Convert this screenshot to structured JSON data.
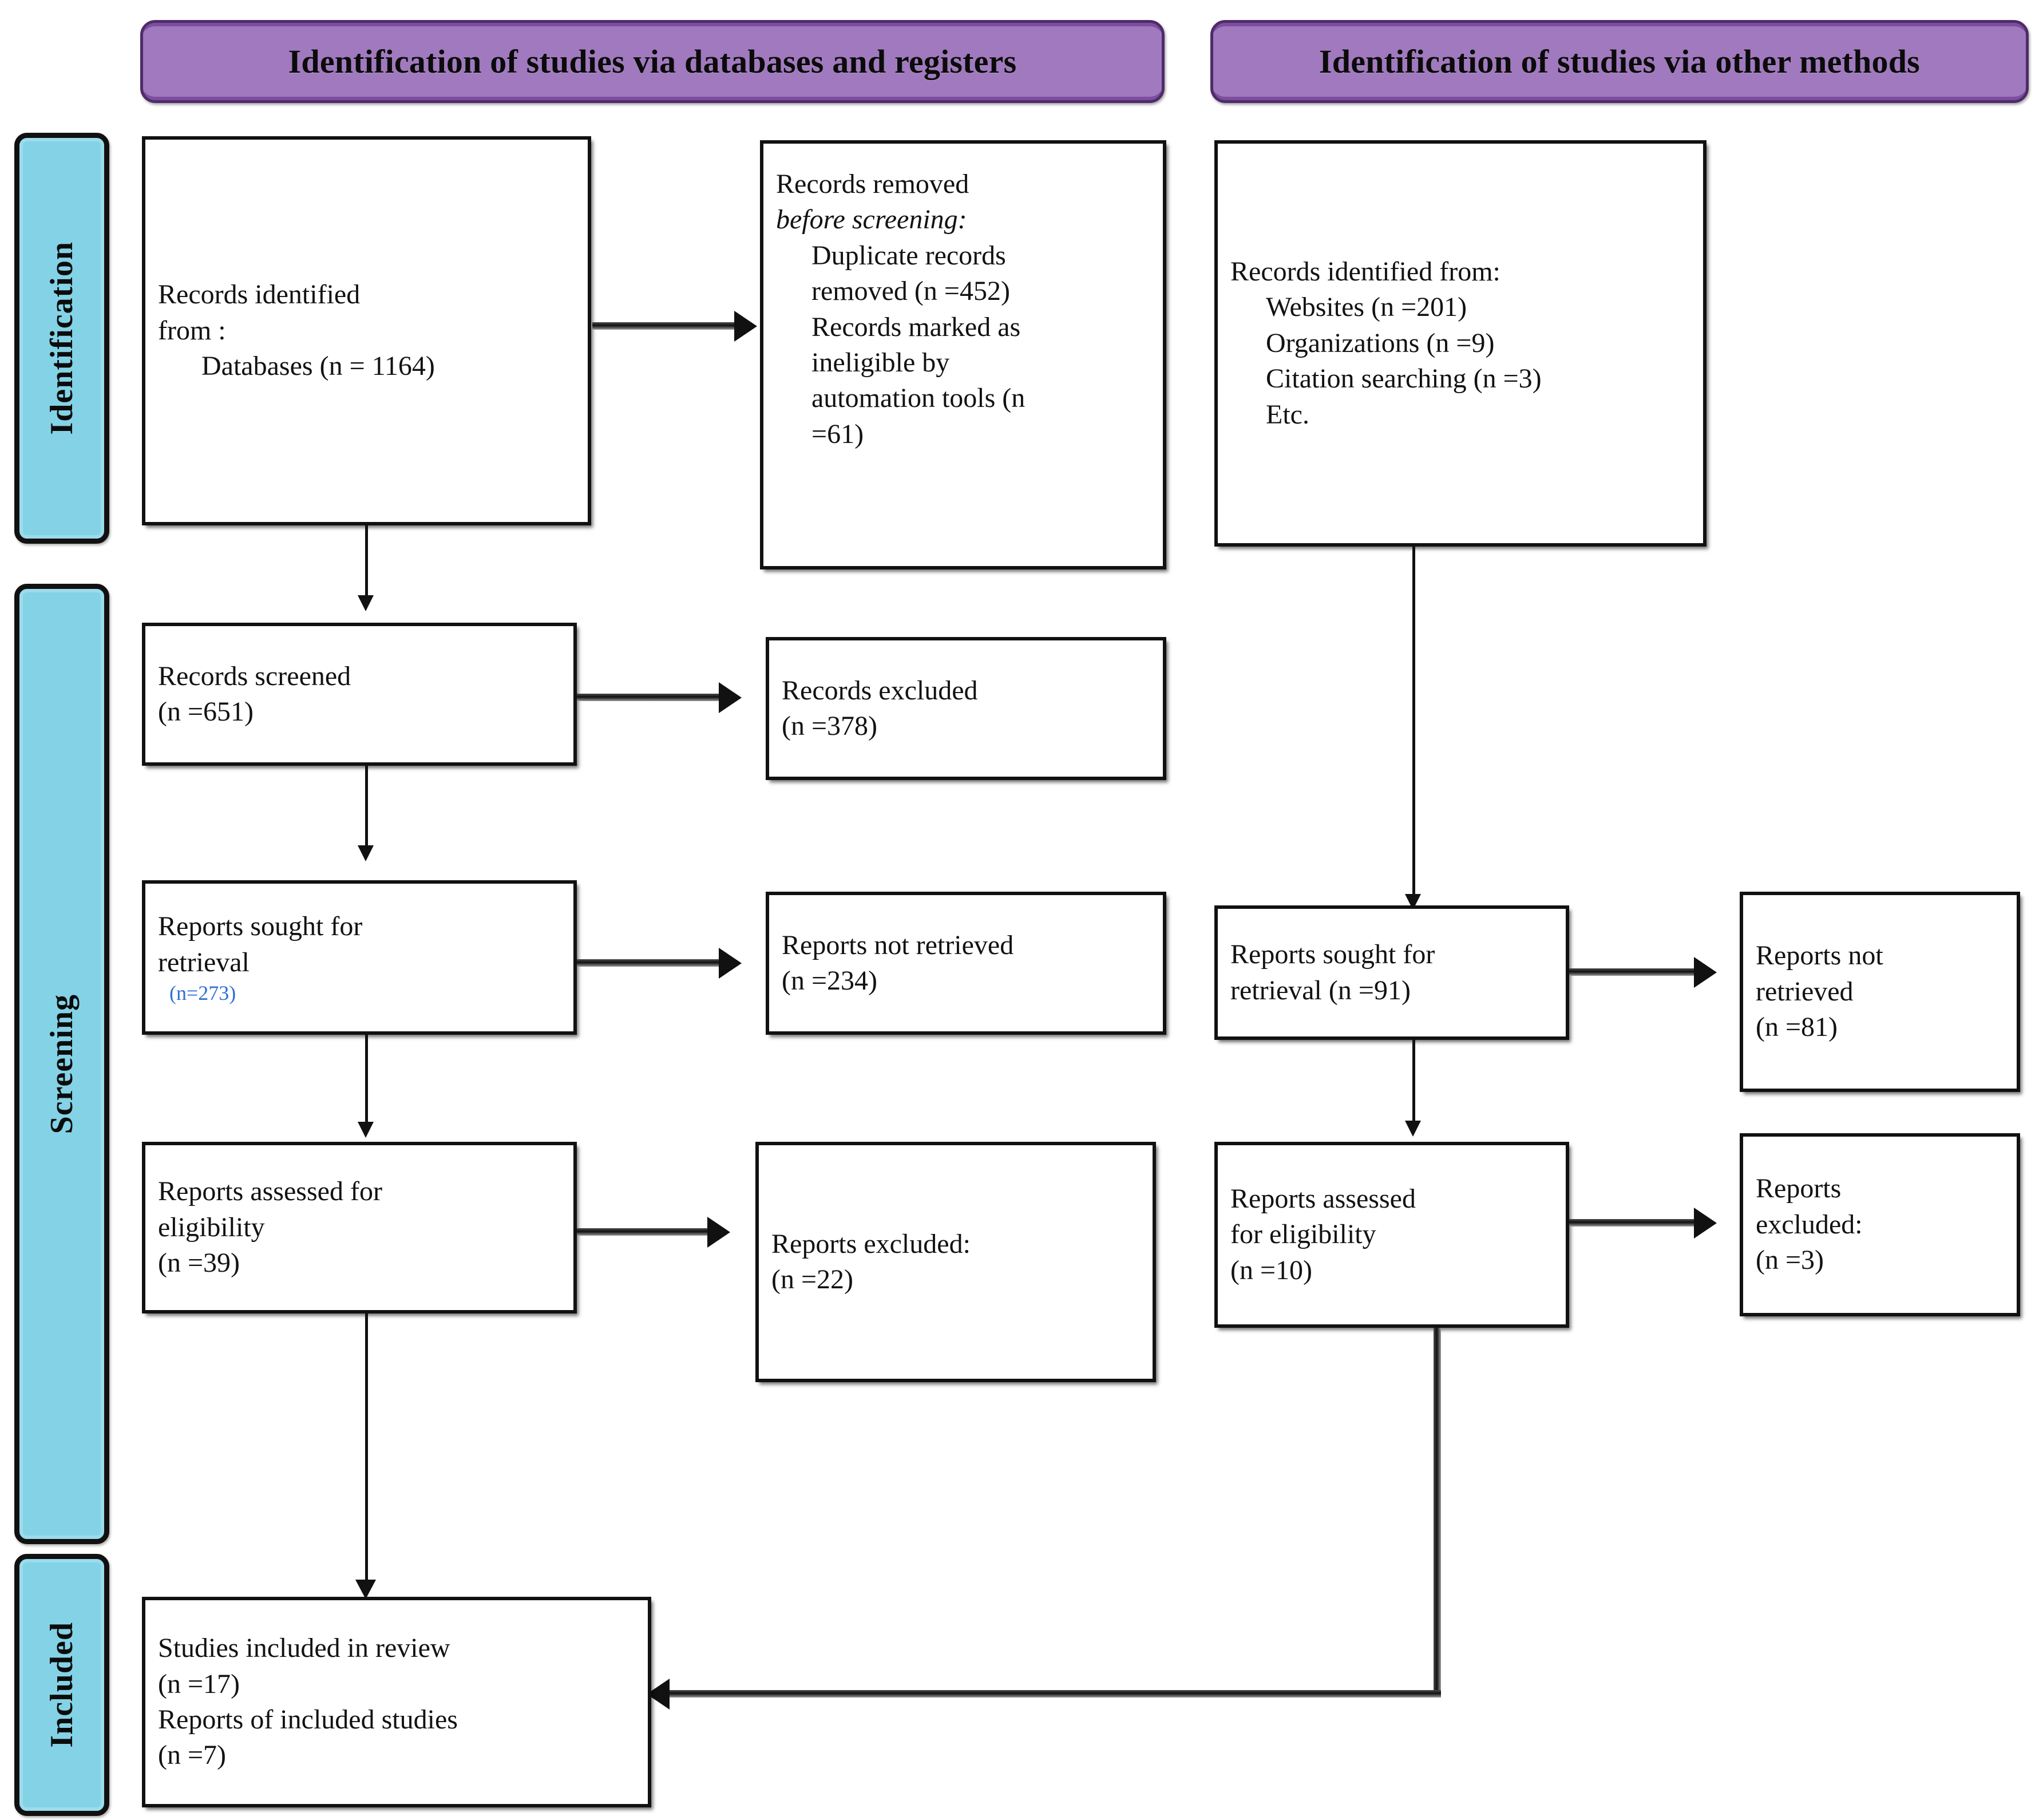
{
  "diagram": {
    "type": "PRISMA 2020 flow diagram",
    "headers": [
      {
        "id": "databases-registers",
        "label": "Identification of studies via databases and registers"
      },
      {
        "id": "other-methods",
        "label": "Identification of studies via other methods"
      }
    ],
    "stages": [
      {
        "id": "identification",
        "label": "Identification"
      },
      {
        "id": "screening",
        "label": "Screening"
      },
      {
        "id": "included",
        "label": "Included"
      }
    ],
    "colors": {
      "banner_fill": "#A079BE",
      "banner_border": "#4F2B6B",
      "stage_fill": "#84D2E6",
      "stage_border": "#111111",
      "box_border": "#111111",
      "box_fill": "#FFFFFF",
      "accent_text": "#2F6FD0"
    },
    "boxes": {
      "records_identified": {
        "id": "records-identified-databases",
        "lines": [
          {
            "text": "Records identified",
            "style": "normal"
          },
          {
            "text": "from :",
            "style": "normal"
          },
          {
            "text": "Databases (n = 1164)",
            "style": "indent"
          }
        ]
      },
      "records_removed": {
        "id": "records-removed-before-screening",
        "lines": [
          {
            "text": "Records removed",
            "style": "normal"
          },
          {
            "text": "before screening:",
            "style": "italic"
          },
          {
            "text": "Duplicate records",
            "style": "indent"
          },
          {
            "text": "removed (n =452)",
            "style": "indent"
          },
          {
            "text": "Records marked as",
            "style": "indent"
          },
          {
            "text": "ineligible by",
            "style": "indent"
          },
          {
            "text": "automation tools (n",
            "style": "indent"
          },
          {
            "text": "=61)",
            "style": "indent"
          }
        ]
      },
      "records_identified_other": {
        "id": "records-identified-other-methods",
        "lines": [
          {
            "text": "Records identified from:",
            "style": "normal"
          },
          {
            "text": "Websites (n =201)",
            "style": "indent"
          },
          {
            "text": "Organizations (n =9)",
            "style": "indent"
          },
          {
            "text": "Citation searching (n =3)",
            "style": "indent"
          },
          {
            "text": "Etc.",
            "style": "indent"
          }
        ]
      },
      "records_screened": {
        "id": "records-screened",
        "lines": [
          {
            "text": "Records screened",
            "style": "normal"
          },
          {
            "text": "(n =651)",
            "style": "normal"
          }
        ]
      },
      "records_excluded": {
        "id": "records-excluded",
        "lines": [
          {
            "text": "Records excluded",
            "style": "normal"
          },
          {
            "text": "(n =378)",
            "style": "normal"
          }
        ]
      },
      "reports_sought_left": {
        "id": "reports-sought-for-retrieval-databases",
        "lines": [
          {
            "text": "Reports sought for",
            "style": "normal"
          },
          {
            "text": "retrieval",
            "style": "normal"
          },
          {
            "text": "(n=273)",
            "style": "accent"
          }
        ]
      },
      "reports_not_retrieved_left": {
        "id": "reports-not-retrieved-databases",
        "lines": [
          {
            "text": "Reports not retrieved",
            "style": "normal"
          },
          {
            "text": "(n =234)",
            "style": "normal"
          }
        ]
      },
      "reports_sought_right": {
        "id": "reports-sought-for-retrieval-other",
        "lines": [
          {
            "text": "Reports sought for",
            "style": "normal"
          },
          {
            "text": "retrieval (n =91)",
            "style": "normal"
          }
        ]
      },
      "reports_not_retrieved_right": {
        "id": "reports-not-retrieved-other",
        "lines": [
          {
            "text": "Reports not",
            "style": "normal"
          },
          {
            "text": "retrieved",
            "style": "normal"
          },
          {
            "text": "(n =81)",
            "style": "normal"
          }
        ]
      },
      "reports_assessed_left": {
        "id": "reports-assessed-for-eligibility-databases",
        "lines": [
          {
            "text": "Reports assessed for",
            "style": "normal"
          },
          {
            "text": "eligibility",
            "style": "normal"
          },
          {
            "text": "(n =39)",
            "style": "normal"
          }
        ]
      },
      "reports_excluded_left": {
        "id": "reports-excluded-databases",
        "lines": [
          {
            "text": "Reports excluded:",
            "style": "normal"
          },
          {
            "text": "(n =22)",
            "style": "normal"
          }
        ]
      },
      "reports_assessed_right": {
        "id": "reports-assessed-for-eligibility-other",
        "lines": [
          {
            "text": "Reports assessed",
            "style": "normal"
          },
          {
            "text": "for eligibility",
            "style": "normal"
          },
          {
            "text": "(n =10)",
            "style": "normal"
          }
        ]
      },
      "reports_excluded_right": {
        "id": "reports-excluded-other",
        "lines": [
          {
            "text": "Reports",
            "style": "normal"
          },
          {
            "text": "excluded:",
            "style": "normal"
          },
          {
            "text": "(n =3)",
            "style": "normal"
          }
        ]
      },
      "studies_included": {
        "id": "studies-included-in-review",
        "lines": [
          {
            "text": "Studies included in review",
            "style": "normal"
          },
          {
            "text": "(n =17)",
            "style": "normal"
          },
          {
            "text": "Reports of included studies",
            "style": "normal"
          },
          {
            "text": "(n =7)",
            "style": "normal"
          }
        ]
      }
    },
    "counts": {
      "databases": 1164,
      "duplicates_removed": 452,
      "ineligible_automation": 61,
      "websites": 201,
      "organizations": 9,
      "citation_searching": 3,
      "records_screened": 651,
      "records_excluded": 378,
      "reports_sought_databases": 273,
      "reports_not_retrieved_databases": 234,
      "reports_sought_other": 91,
      "reports_not_retrieved_other": 81,
      "reports_assessed_databases": 39,
      "reports_excluded_databases": 22,
      "reports_assessed_other": 10,
      "reports_excluded_other": 3,
      "studies_included": 17,
      "reports_of_included_studies": 7
    }
  }
}
